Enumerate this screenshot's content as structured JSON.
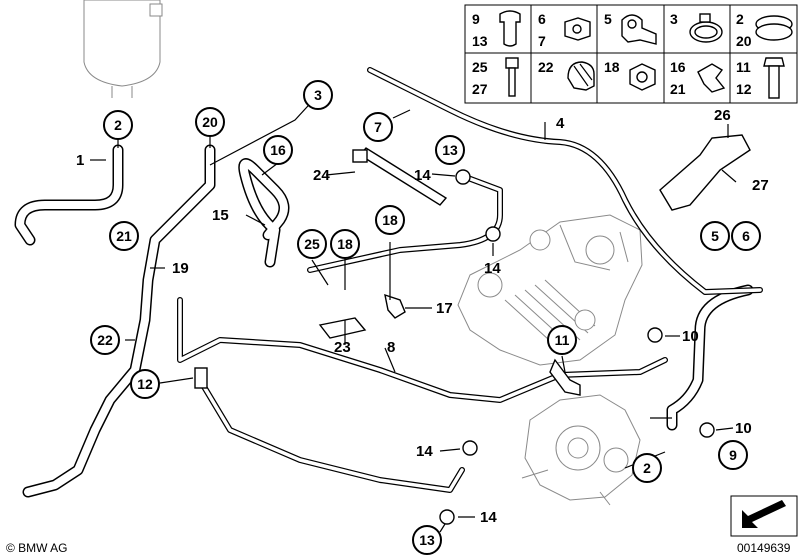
{
  "diagram": {
    "callouts": {
      "c2_top": "2",
      "c20_top": "20",
      "c3": "3",
      "c7": "7",
      "c16": "16",
      "c13_mid": "13",
      "c21": "21",
      "c18_top": "18",
      "c25": "25",
      "c18_mid": "18",
      "c22": "22",
      "c12": "12",
      "c11": "11",
      "c5": "5",
      "c6": "6",
      "c9": "9",
      "c2_bot": "2",
      "c13_bot": "13"
    },
    "labels": {
      "l1": "1",
      "l4": "4",
      "l14_a": "14",
      "l24": "24",
      "l15": "15",
      "l19": "19",
      "l14_b": "14",
      "l17": "17",
      "l23": "23",
      "l8": "8",
      "l10_a": "10",
      "l10_b": "10",
      "l14_c": "14",
      "l14_d": "14",
      "l26": "26",
      "l27": "27"
    },
    "parts_table": {
      "cells": [
        [
          "9",
          "13"
        ],
        [
          "6",
          "7"
        ],
        [
          "5"
        ],
        [
          "3"
        ],
        [
          "2",
          "20"
        ],
        [
          "25",
          "27"
        ],
        [
          "22"
        ],
        [
          "18"
        ],
        [
          "16",
          "21"
        ],
        [
          "11",
          "12"
        ]
      ]
    },
    "footer": {
      "copyright": "© BMW AG",
      "part_number": "00149639"
    }
  }
}
